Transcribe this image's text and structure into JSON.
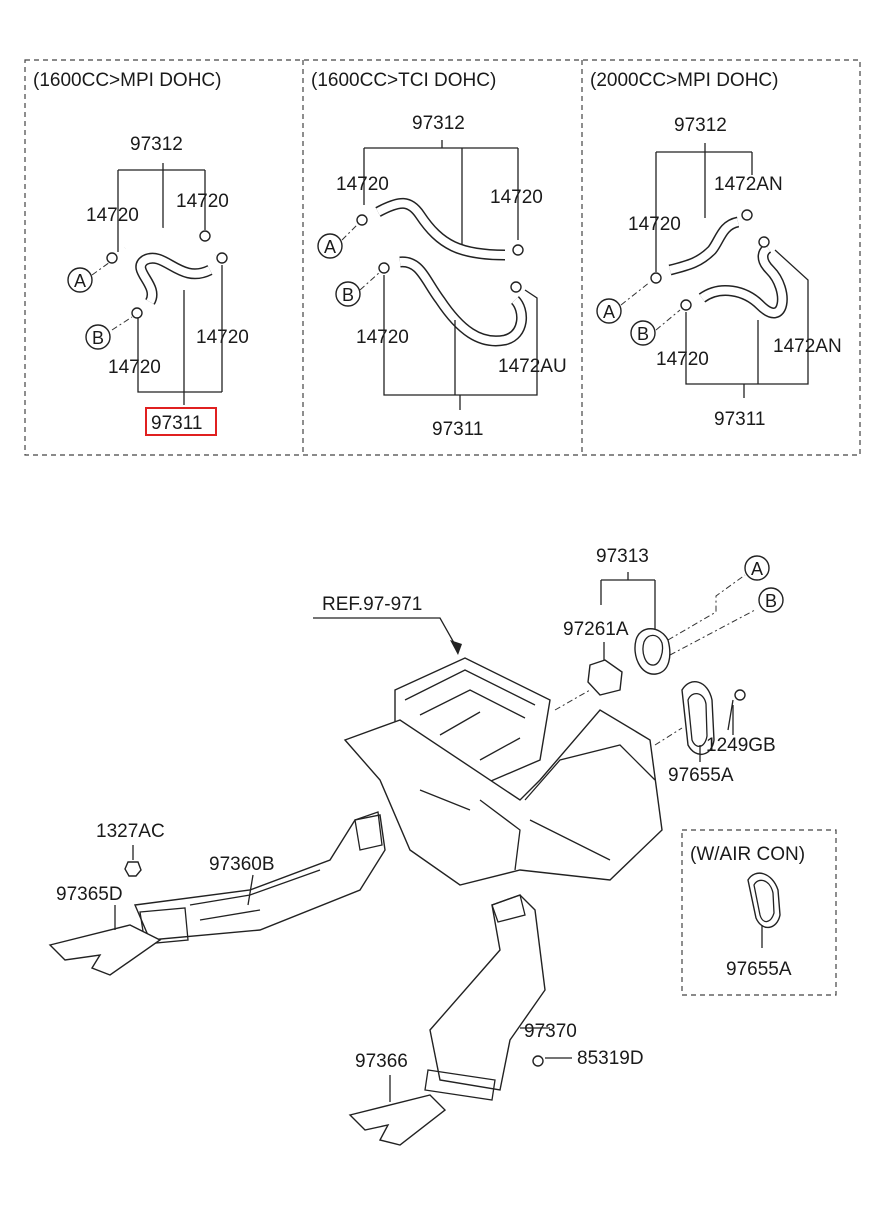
{
  "panels": [
    {
      "header": "(1600CC>MPI DOHC)",
      "labels": [
        "97312",
        "14720",
        "14720",
        "14720",
        "14720",
        "97311"
      ],
      "highlight_label": "97311"
    },
    {
      "header": "(1600CC>TCI DOHC)",
      "labels": [
        "97312",
        "14720",
        "14720",
        "14720",
        "1472AU",
        "97311"
      ]
    },
    {
      "header": "(2000CC>MPI DOHC)",
      "labels": [
        "97312",
        "1472AN",
        "14720",
        "14720",
        "1472AN",
        "97311"
      ]
    }
  ],
  "circle_markers": {
    "a": "A",
    "b": "B"
  },
  "main_labels": {
    "p97313": "97313",
    "ref": "REF.97-971",
    "p97261a": "97261A",
    "p1249gb": "1249GB",
    "p97655a": "97655A",
    "p1327ac": "1327AC",
    "p97360b": "97360B",
    "p97365d": "97365D",
    "p97370": "97370",
    "p85319d": "85319D",
    "p97366": "97366"
  },
  "aircon_box": {
    "header": "(W/AIR CON)",
    "label": "97655A"
  },
  "colors": {
    "highlight": "#e02020",
    "line": "#222222",
    "dashed_border": "#444444"
  }
}
